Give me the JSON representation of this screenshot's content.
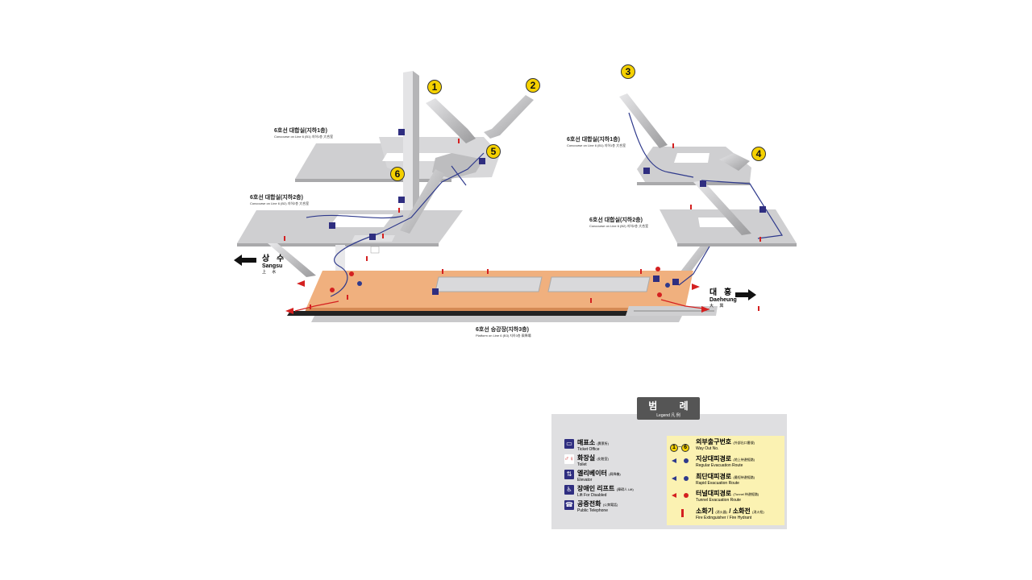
{
  "exits": [
    "1",
    "2",
    "3",
    "4",
    "5",
    "6"
  ],
  "labels": {
    "concourse1_left_ko": "6호선 대합실(지하1층)",
    "concourse1_left_en": "Concourse on Line 6 (B1)  지하1층  大合室",
    "concourse2_left_ko": "6호선 대합실(지하2층)",
    "concourse2_left_en": "Concourse on Line 6 (B2)  지하2층  大合室",
    "concourse1_right_ko": "6호선 대합실(지하1층)",
    "concourse1_right_en": "Concourse on Line 6 (B1)  지하1층  大合室",
    "concourse2_right_ko": "6호선 대합실(지하2층)",
    "concourse2_right_en": "Concourse on Line 6 (B2)  지하2층  大合室",
    "platform_ko": "6호선 승강장(지하3층)",
    "platform_en": "Platform on Line 6 (B3)  지하3층  乘降場"
  },
  "directions": {
    "left": {
      "ko": "상 수",
      "en": "Sangsu",
      "hanja": "上 水"
    },
    "right": {
      "ko": "대 흥",
      "en": "Daeheung",
      "hanja": "大 興"
    }
  },
  "legend": {
    "title": "범 례",
    "subtitle": "Legend  凡 例",
    "facilities": [
      {
        "icon": "ticket-office-icon",
        "ko": "매표소",
        "ko_hanja": "(賣票所)",
        "en": "Ticket Office"
      },
      {
        "icon": "toilet-icon",
        "ko": "화장실",
        "ko_hanja": "(化粧室)",
        "en": "Toilet"
      },
      {
        "icon": "elevator-icon",
        "ko": "엘리베이터",
        "ko_hanja": "(昇降機)",
        "en": "Elevator"
      },
      {
        "icon": "lift-icon",
        "ko": "장애인 리프트",
        "ko_hanja": "(障碍人 Lift)",
        "en": "Lift For Disabled"
      },
      {
        "icon": "telephone-icon",
        "ko": "공중전화",
        "ko_hanja": "(公衆電話)",
        "en": "Public Telephone"
      }
    ],
    "routes": [
      {
        "ko": "외부출구번호",
        "ko_hanja": "(外部出口番號)",
        "en": "Way Out No.",
        "range_from": "1",
        "range_sep": "~",
        "range_to": "6"
      },
      {
        "ko": "지상대피경로",
        "ko_hanja": "(地上待避經路)",
        "en": "Regular Evacuation Route"
      },
      {
        "ko": "최단대피경로",
        "ko_hanja": "(最短待避經路)",
        "en": "Rapid Evacuation Route"
      },
      {
        "ko": "터널대피경로",
        "ko_hanja": "(Tunnel 待避經路)",
        "en": "Tunnel Evacuation Route"
      }
    ],
    "fire": {
      "ko1": "소화기",
      "hj1": "(消火器)",
      "ko2": "소화전",
      "hj2": "(消火栓)",
      "en1": "Fire Extinguisher",
      "en2": "Fire Hydrant",
      "sep": "/"
    }
  },
  "colors": {
    "platform": "#f0b07e",
    "floor": "#cfcfd1",
    "floor_dark": "#a9a9ab",
    "route_blue": "#2f3a8c",
    "exit_yellow": "#f5d100",
    "red": "#d42020",
    "legend_bg": "#dfdfe1",
    "legend_panel": "#fbf2b2"
  }
}
